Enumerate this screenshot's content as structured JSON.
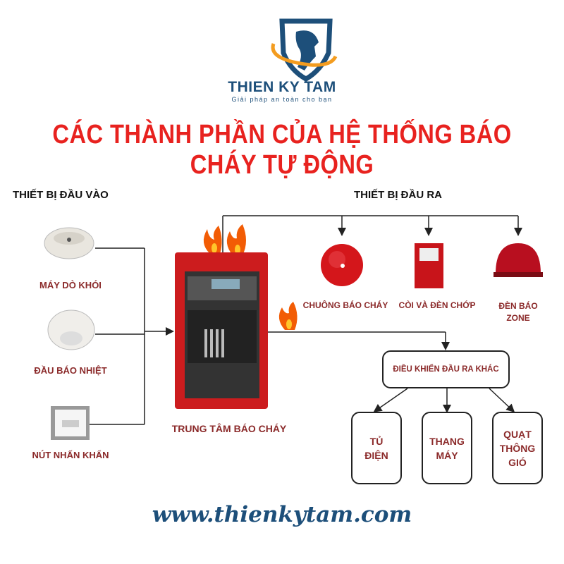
{
  "brand": {
    "name": "THIEN KY TAM",
    "tagline": "Giải pháp an toàn cho bạn"
  },
  "title": "CÁC THÀNH PHẦN CỦA HỆ THỐNG BÁO CHÁY TỰ ĐỘNG",
  "inputs": {
    "heading": "THIẾT BỊ ĐẦU VÀO",
    "items": [
      {
        "label": "MÁY DÒ KHÓI"
      },
      {
        "label": "ĐẦU BÁO NHIỆT"
      },
      {
        "label": "NÚT NHẤN KHẨN"
      }
    ]
  },
  "center": {
    "label": "TRUNG TÂM BÁO CHÁY"
  },
  "outputs": {
    "heading": "THIẾT BỊ ĐẦU RA",
    "items": [
      {
        "label": "CHUÔNG BÁO CHÁY"
      },
      {
        "label": "CÒI VÀ ĐÈN CHỚP"
      },
      {
        "label_line1": "ĐÈN BÁO",
        "label_line2": "ZONE"
      }
    ]
  },
  "other": {
    "label": "ĐIỀU KHIỂN ĐẦU RA KHÁC",
    "items": [
      {
        "l1": "TỦ",
        "l2": "ĐIỆN"
      },
      {
        "l1": "THANG",
        "l2": "MÁY"
      },
      {
        "l1": "QUẠT",
        "l2": "THÔNG",
        "l3": "GIÓ"
      }
    ]
  },
  "url": "www.thienkytam.com"
}
